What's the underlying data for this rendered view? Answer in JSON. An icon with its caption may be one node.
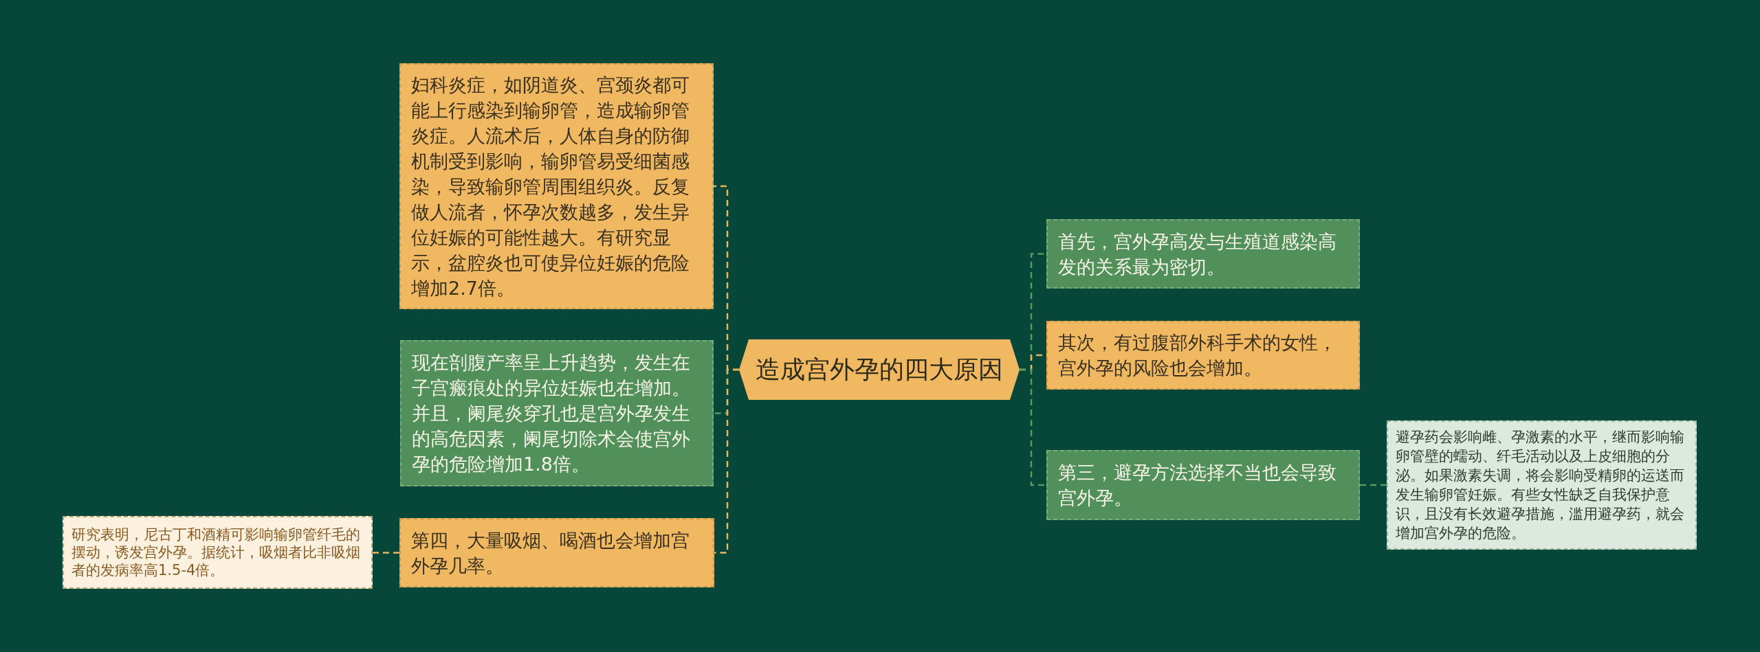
{
  "diagram": {
    "nodes": [
      {
        "text": [
          "造成宫外孕的四大原因"
        ]
      },
      {
        "text": [
          "妇科炎症，如阴道炎、宫颈炎都可能上行感染到输卵管，造成输卵管炎症。人流术后，人体自身的防御机制受到影响，输卵管易受细菌感染，导致输卵管周围组织炎。反复做人流者，怀孕次数越多，发生异位妊娠的可能性越大。有研究显示，盆腔炎也可使异位妊娠的危险增加2.7倍。"
        ]
      },
      {
        "text": [
          "现在剖腹产率呈上升趋势，发生在子宫瘢痕处的异位妊娠也在增加。并且，阑尾炎穿孔也是宫外孕发生的高危因素，阑尾切除术会使宫外孕的危险增加1.8倍。"
        ]
      },
      {
        "text": [
          "第四，大量吸烟、喝酒也会增加宫外孕几率。"
        ]
      },
      {
        "text": [
          "研究表明，尼古丁和酒精可影响输卵管纤毛的摆动，诱发宫外孕。据统计，吸烟者比非吸烟者的发病率高1.5-4倍。"
        ]
      },
      {
        "text": [
          "首先，宫外孕高发与生殖道感染高发的关系最为密切。"
        ]
      },
      {
        "text": [
          "其次，有过腹部外科手术的女性，宫外孕的风险也会增加。"
        ]
      },
      {
        "text": [
          "第三，避孕方法选择不当也会导致宫外孕。"
        ]
      },
      {
        "text": [
          "避孕药会影响雌、孕激素的水平，继而影响输卵管壁的蠕动、纤毛活动以及上皮细胞的分泌。如果激素失调，将会影响受精卵的运送而发生输卵管妊娠。有些女性缺乏自我保护意识，且没有长效避孕措施，滥用避孕药，就会增加宫外孕的危险。"
        ]
      }
    ],
    "edges": [
      {
        "from": 0,
        "to": 1,
        "arrow": "none",
        "style": "dashed",
        "color": "#e9b65e"
      },
      {
        "from": 0,
        "to": 2,
        "arrow": "none",
        "style": "dashed",
        "color": "#5a9a62"
      },
      {
        "from": 0,
        "to": 3,
        "arrow": "none",
        "style": "dashed",
        "color": "#e9b65e"
      },
      {
        "from": 3,
        "to": 4,
        "arrow": "none",
        "style": "dashed",
        "color": "#e9b65e"
      },
      {
        "from": 0,
        "to": 5,
        "arrow": "none",
        "style": "dashed",
        "color": "#5a9a62"
      },
      {
        "from": 0,
        "to": 6,
        "arrow": "none",
        "style": "dashed",
        "color": "#e9b65e"
      },
      {
        "from": 0,
        "to": 7,
        "arrow": "none",
        "style": "dashed",
        "color": "#5a9a62"
      },
      {
        "from": 7,
        "to": 8,
        "arrow": "none",
        "style": "dashed",
        "color": "#5a9a62"
      }
    ]
  }
}
